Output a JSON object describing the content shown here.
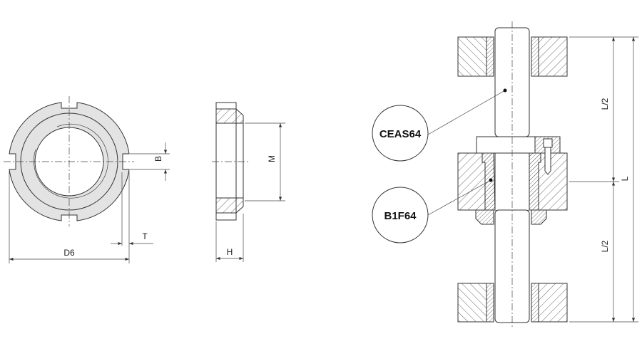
{
  "drawing": {
    "front_view": {
      "dims": {
        "d6": "D6",
        "b": "B",
        "t": "T"
      }
    },
    "side_view": {
      "dims": {
        "m": "M",
        "h": "H"
      }
    },
    "assembly": {
      "callouts": {
        "shaft": "CEAS64",
        "bushing": "B1F64"
      },
      "dims": {
        "half_upper": "L/2",
        "half_lower": "L/2",
        "total": "L"
      }
    },
    "colors": {
      "fill": "#e3e3e3",
      "line": "#333333"
    }
  }
}
